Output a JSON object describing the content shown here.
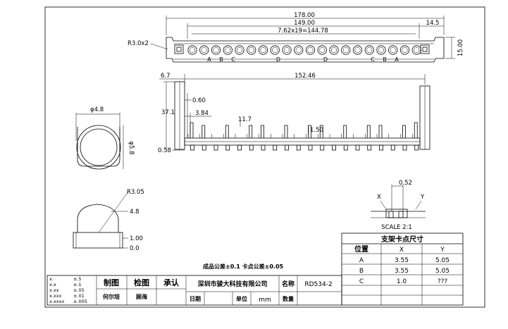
{
  "dimensions": {
    "overall_length": "178.00",
    "inner_length": "149.00",
    "pitch_total": "7.62x19=144.78",
    "side_offset": "14.5",
    "height_right": "15.00",
    "corner_radius": "R3.0x2",
    "side_top": "6.7",
    "side_length": "152.46",
    "pin_total": "37.1",
    "d060": "0.60",
    "d384": "3.84",
    "d117": "11.7",
    "d150": "1.50",
    "d058": "0.58",
    "circle_dia": "φ4.8",
    "circle_dia2": "φ5.8",
    "arc_r": "R3.05",
    "arc_w": "4.8",
    "arc_100": "1.00",
    "arc_000": "0.0",
    "detail_052": "0.52",
    "detail_x": "X",
    "detail_y": "Y",
    "scale": "SCALE 2:1"
  },
  "pin_labels": {
    "A1": "A",
    "B1": "B",
    "C1": "C",
    "D1": "D",
    "D2": "D",
    "C2": "C",
    "B2": "B",
    "A2": "A"
  },
  "tolerance_note": "成品公差±0.1  卡点公差±0.05",
  "clip_table": {
    "title": "支架卡点尺寸",
    "headers": [
      "位置",
      "X",
      "Y"
    ],
    "rows": [
      {
        "pos": "A",
        "x": "3.55",
        "y": "5.05"
      },
      {
        "pos": "B",
        "x": "3.55",
        "y": "5.05"
      },
      {
        "pos": "C",
        "x": "1.0",
        "y": "???"
      }
    ]
  },
  "title_block": {
    "tolerances": [
      {
        "k": "x.",
        "v": "±.5"
      },
      {
        "k": "x.x",
        "v": "±.1"
      },
      {
        "k": "x.xx",
        "v": "±.05"
      },
      {
        "k": "x.xxx",
        "v": "±.01"
      },
      {
        "k": "x.xxxx",
        "v": "±.005"
      }
    ],
    "draw_label": "制图",
    "check_label": "检图",
    "approve_label": "承认",
    "drawer": "何尔培",
    "checker": "顾海",
    "company": "深圳市骏大科技有限公司",
    "name_label": "名称",
    "part_no": "RD534-2",
    "date_label": "日期",
    "unit_label": "单位",
    "unit_value": "mm",
    "qty_label": "数量"
  }
}
